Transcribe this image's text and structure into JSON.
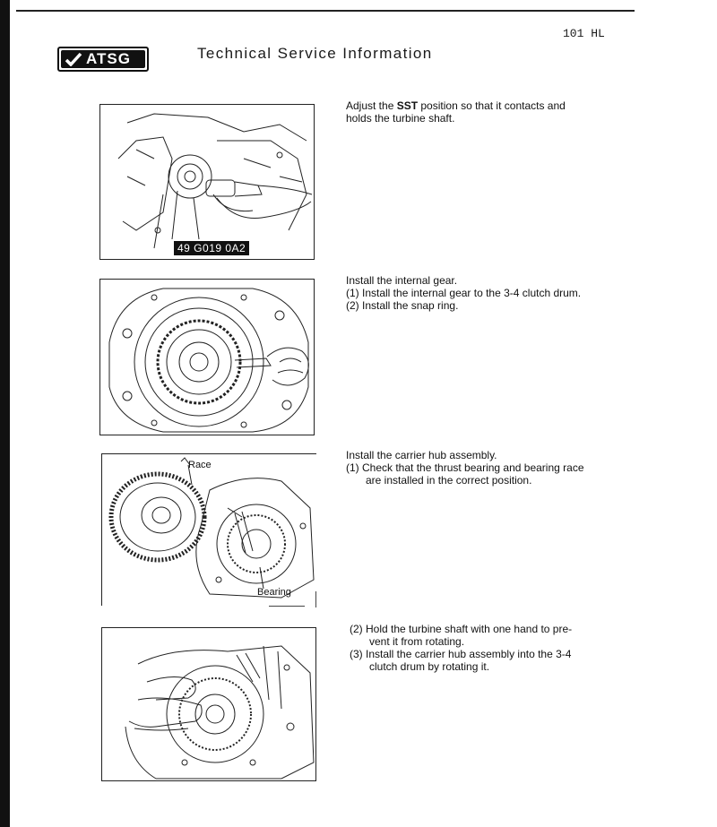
{
  "header": {
    "logo_text": "ATSG",
    "title": "Technical Service Information",
    "page_number": "101 HL"
  },
  "figures": [
    {
      "code": "49 G019 0A2"
    },
    {},
    {
      "labels": {
        "race": "Race",
        "bearing": "Bearing"
      }
    },
    {}
  ],
  "steps": [
    {
      "lead_prefix": "Adjust the ",
      "lead_bold": "SST",
      "lead_suffix": " position so that it contacts and",
      "lead_line2": "holds the turbine shaft."
    },
    {
      "lead": "Install the internal gear.",
      "items": [
        "(1)  Install the internal gear to the 3-4 clutch drum.",
        "(2)  Install the snap ring."
      ]
    },
    {
      "lead": "Install the carrier hub assembly.",
      "item1_line1": "(1)  Check that the thrust bearing and bearing race",
      "item1_line2": "are installed in the correct position."
    },
    {
      "item2_line1": "(2)  Hold the turbine shaft with one hand to pre-",
      "item2_line2": "vent it from rotating.",
      "item3_line1": "(3)  Install the carrier hub assembly into the 3-4",
      "item3_line2": "clutch drum by rotating it."
    }
  ]
}
